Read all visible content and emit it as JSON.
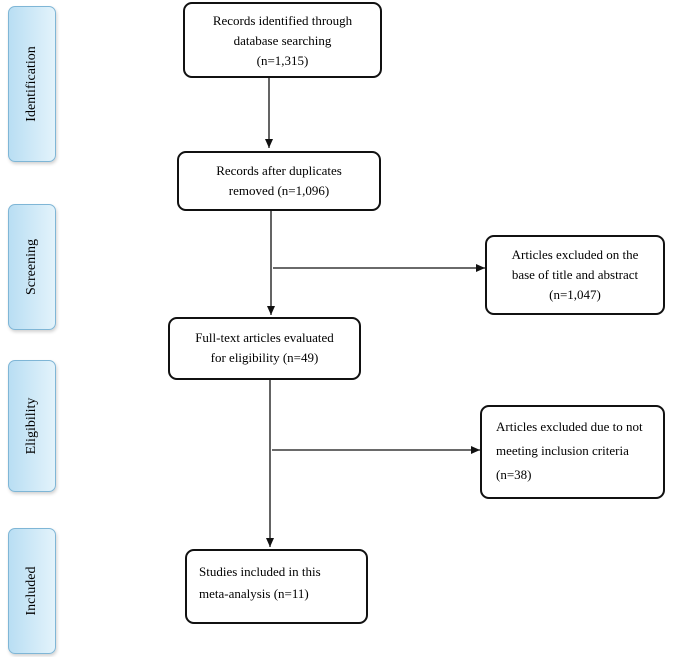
{
  "stages": [
    {
      "label": "Identification"
    },
    {
      "label": "Screening"
    },
    {
      "label": "Eligibility"
    },
    {
      "label": "Included"
    }
  ],
  "boxes": {
    "identified": [
      "Records identified through",
      "database searching",
      "(n=1,315)"
    ],
    "after_duplicates": [
      "Records after duplicates",
      "removed (n=1,096)"
    ],
    "excluded_title": [
      "Articles excluded on the",
      "base of title and abstract",
      "(n=1,047)"
    ],
    "full_text": [
      "Full-text articles evaluated",
      "for eligibility (n=49)"
    ],
    "excluded_criteria": [
      "Articles excluded due to not",
      "meeting inclusion criteria",
      "(n=38)"
    ],
    "included": [
      "Studies included in this",
      "meta-analysis (n=11)"
    ]
  }
}
